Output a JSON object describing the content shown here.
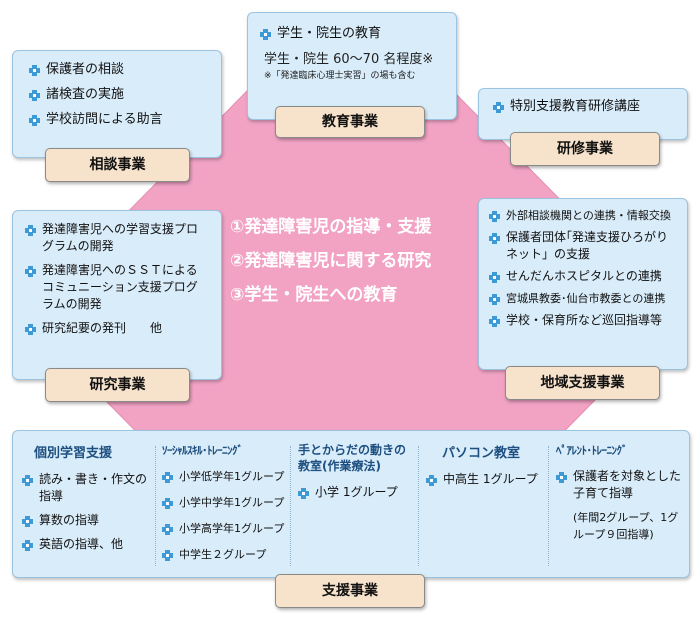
{
  "center": {
    "lines": [
      "①発達障害児の指導・支援",
      "②発達障害児に関する研究",
      "③学生・院生への教育"
    ]
  },
  "education": {
    "title": "教育事業",
    "item": "学生・院生の教育",
    "count": "学生・院生 60～70 名程度※",
    "note": "※「発達臨床心理士実習」の場も含む"
  },
  "consultation": {
    "title": "相談事業",
    "items": [
      "保護者の相談",
      "諸検査の実施",
      "学校訪問による助言"
    ]
  },
  "training": {
    "title": "研修事業",
    "items": [
      "特別支援教育研修講座"
    ]
  },
  "research": {
    "title": "研究事業",
    "items": [
      "発達障害児への学習支援プログラムの開発",
      "発達障害児へのＳＳＴによるコミュニーション支援プログラムの開発",
      "研究紀要の発刊　　他"
    ]
  },
  "regional": {
    "title": "地域支援事業",
    "items": [
      "外部相談機関との連携・情報交換",
      "保護者団体｢発達支援ひろがりネット」の支援",
      "せんだんホスピタルとの連携",
      "宮城県教委･仙台市教委との連携",
      "学校・保育所など巡回指導等"
    ]
  },
  "support": {
    "title": "支援事業",
    "columns": [
      {
        "head": "個別学習支援",
        "items": [
          "読み・書き・作文の指導",
          "算数の指導",
          "英語の指導、他"
        ]
      },
      {
        "head": "ｿｰｼｬﾙｽｷﾙ･ﾄﾚｰﾆﾝｸﾞ",
        "items": [
          "小学低学年1グループ",
          "小学中学年1グループ",
          "小学高学年1グループ",
          "中学生２グループ"
        ]
      },
      {
        "head": "手とからだの動きの教室(作業療法)",
        "items": [
          "小学 1グループ"
        ]
      },
      {
        "head": "パソコン教室",
        "items": [
          "中高生 1グループ"
        ]
      },
      {
        "head": "ﾍﾟｱﾚﾝﾄ･ﾄﾚｰﾆﾝｸﾞ",
        "items": [
          "保護者を対象とした子育て指導"
        ],
        "note": "(年間2グループ、1グループ９回指導)"
      }
    ]
  },
  "colors": {
    "octagon": "#f2a3c4",
    "panel": "#d9ecf9",
    "label": "#f7e3cc",
    "bullet": "#3d9ad6",
    "header": "#1d4f80"
  }
}
